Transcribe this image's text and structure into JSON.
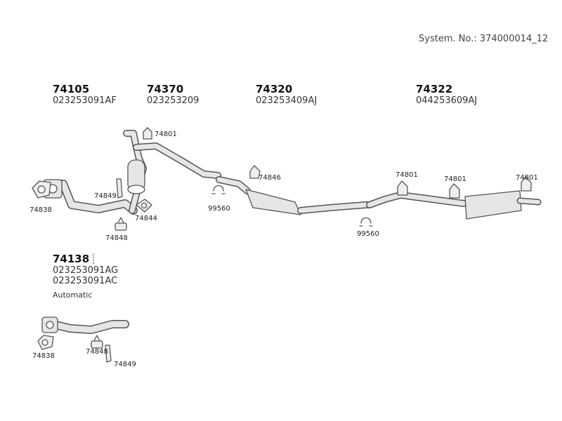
{
  "system_number": "System. No.: 374000014_12",
  "groups": [
    {
      "part": "74105",
      "oem": [
        "023253091AF"
      ]
    },
    {
      "part": "74370",
      "oem": [
        "023253209"
      ]
    },
    {
      "part": "74320",
      "oem": [
        "023253409AJ"
      ]
    },
    {
      "part": "74322",
      "oem": [
        "044253609AJ"
      ]
    },
    {
      "part": "74138",
      "oem": [
        "023253091AG",
        "023253091AC"
      ],
      "note": "Automatic"
    }
  ],
  "labels": {
    "hanger_74801": "74801",
    "hanger_74846": "74846",
    "clamp_99560": "99560",
    "gasket_74838": "74838",
    "bracket_74849": "74849",
    "gasket_74844": "74844",
    "mount_74848": "74848"
  },
  "colors": {
    "line": "#555555",
    "fill": "#e6e6e6",
    "text": "#2b2b2b"
  }
}
